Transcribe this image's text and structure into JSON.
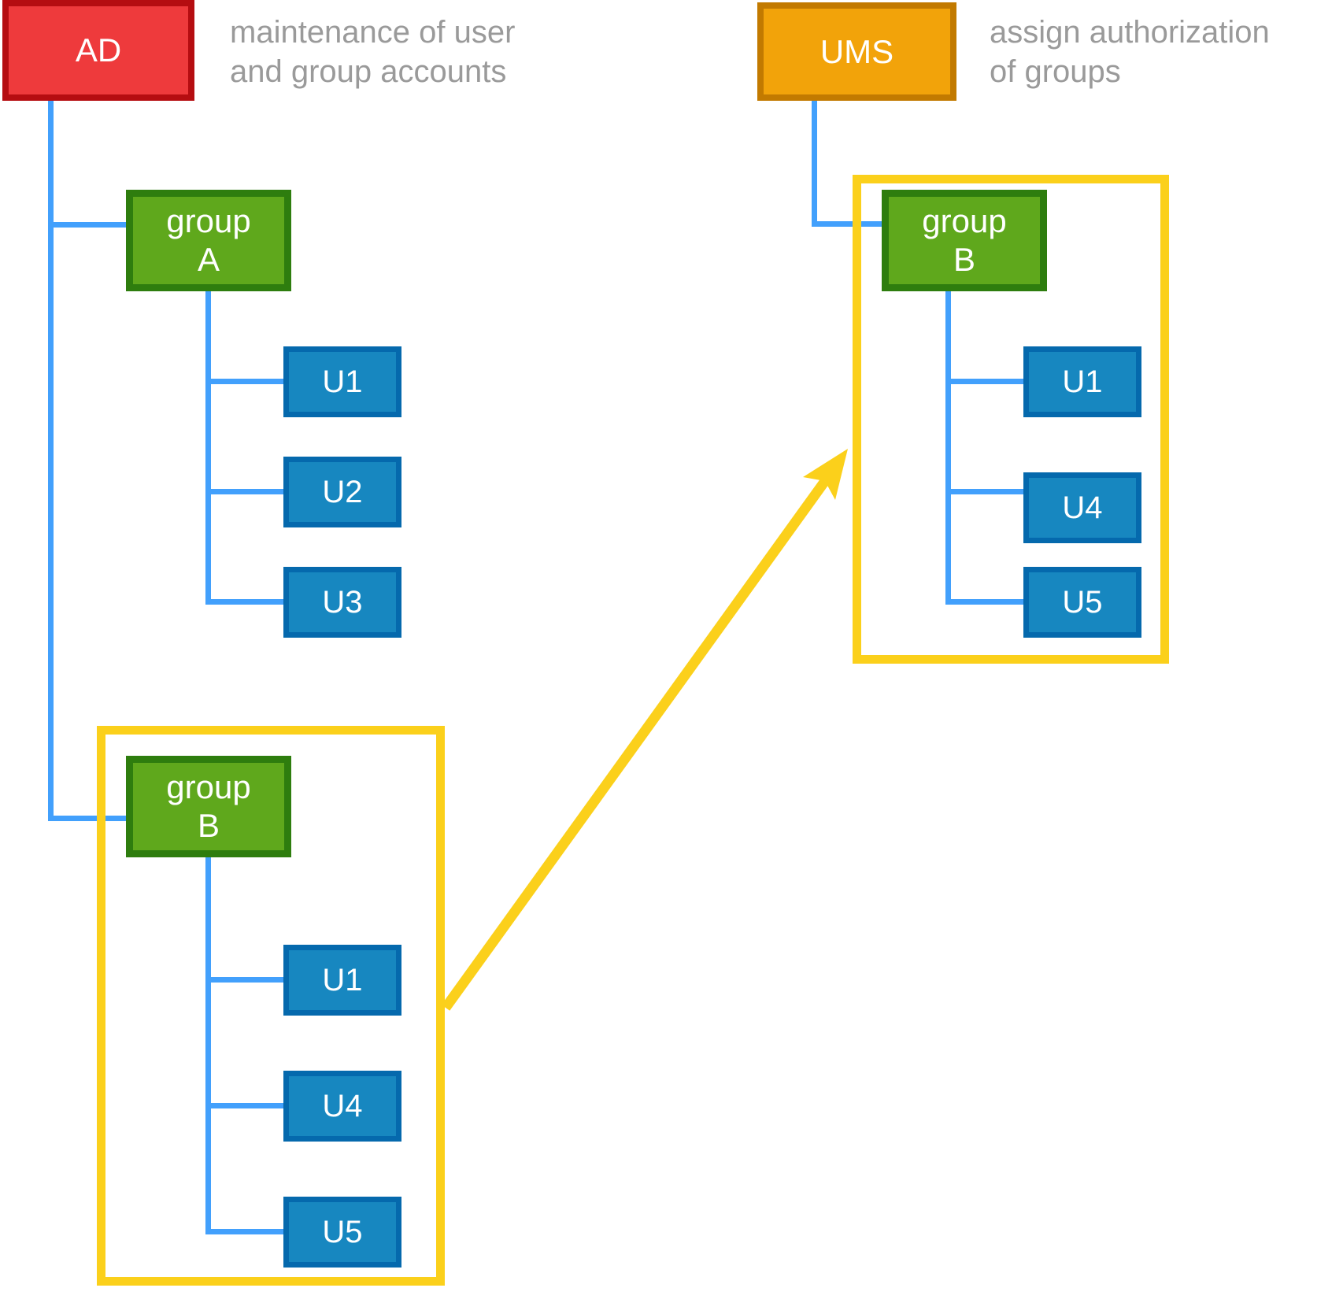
{
  "colors": {
    "red_fill": "#ee3a3c",
    "red_border": "#b50d11",
    "orange_fill": "#f2a30a",
    "orange_border": "#c27a00",
    "green_fill": "#5fa81c",
    "green_border": "#2e7d0e",
    "blue_fill": "#1787c0",
    "blue_border": "#0569ad",
    "connector_blue": "#42a0fc",
    "highlight_yellow": "#fbd01b",
    "caption_gray": "#9a9a9a"
  },
  "ad": {
    "label": "AD",
    "caption_line1": "maintenance of user",
    "caption_line2": "and group accounts"
  },
  "ums": {
    "label": "UMS",
    "caption_line1": "assign authorization",
    "caption_line2": "of groups"
  },
  "ad_tree": {
    "group_a": {
      "word": "group",
      "letter": "A",
      "users": [
        "U1",
        "U2",
        "U3"
      ]
    },
    "group_b": {
      "word": "group",
      "letter": "B",
      "users": [
        "U1",
        "U4",
        "U5"
      ]
    }
  },
  "ums_tree": {
    "group_b": {
      "word": "group",
      "letter": "B",
      "users": [
        "U1",
        "U4",
        "U5"
      ]
    }
  }
}
